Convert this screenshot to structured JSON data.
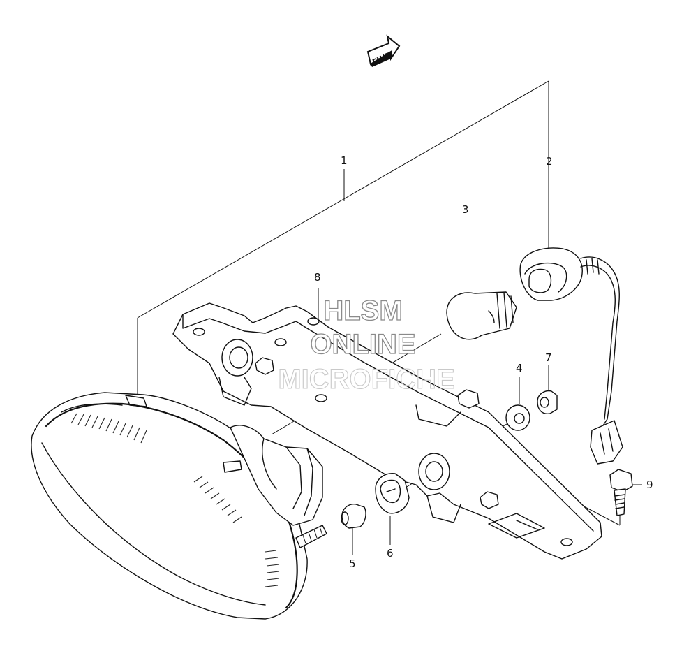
{
  "diagram": {
    "direction_marker": "FWD",
    "callouts": [
      {
        "id": "1",
        "label": "1"
      },
      {
        "id": "2",
        "label": "2"
      },
      {
        "id": "3",
        "label": "3"
      },
      {
        "id": "4",
        "label": "4"
      },
      {
        "id": "5",
        "label": "5"
      },
      {
        "id": "6",
        "label": "6"
      },
      {
        "id": "7",
        "label": "7"
      },
      {
        "id": "8",
        "label": "8"
      },
      {
        "id": "9",
        "label": "9"
      }
    ],
    "watermark": {
      "line1": "HLSM",
      "line2": "ONLINE",
      "line3": "MICROFICHE"
    }
  }
}
